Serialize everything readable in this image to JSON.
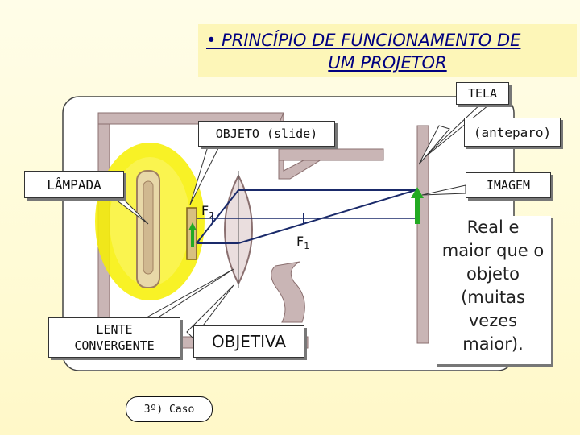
{
  "title": {
    "line1": "• PRINCÍPIO DE FUNCIONAMENTO DE",
    "line2": "UM PROJETOR"
  },
  "labels": {
    "tela": "TELA",
    "anteparo": "(anteparo)",
    "objeto": "OBJETO (slide)",
    "lampada": "LÂMPADA",
    "imagem": "IMAGEM",
    "f2": "F",
    "f2_sub": "2",
    "f1": "F",
    "f1_sub": "1",
    "lente_line1": "LENTE",
    "lente_line2": "CONVERGENTE",
    "objetiva": "OBJETIVA"
  },
  "result": {
    "line1": "Real e",
    "line2": "maior que o",
    "line3": "objeto",
    "line4": "(muitas",
    "line5": "vezes",
    "line6": "maior)."
  },
  "case_label": "3º) Caso",
  "colors": {
    "title_text": "#000080",
    "lamp_glow": "#f7f000",
    "object_arrow": "#22aa22",
    "rays": "#1a2a6a",
    "projector_wall": "#c8b8b8"
  }
}
